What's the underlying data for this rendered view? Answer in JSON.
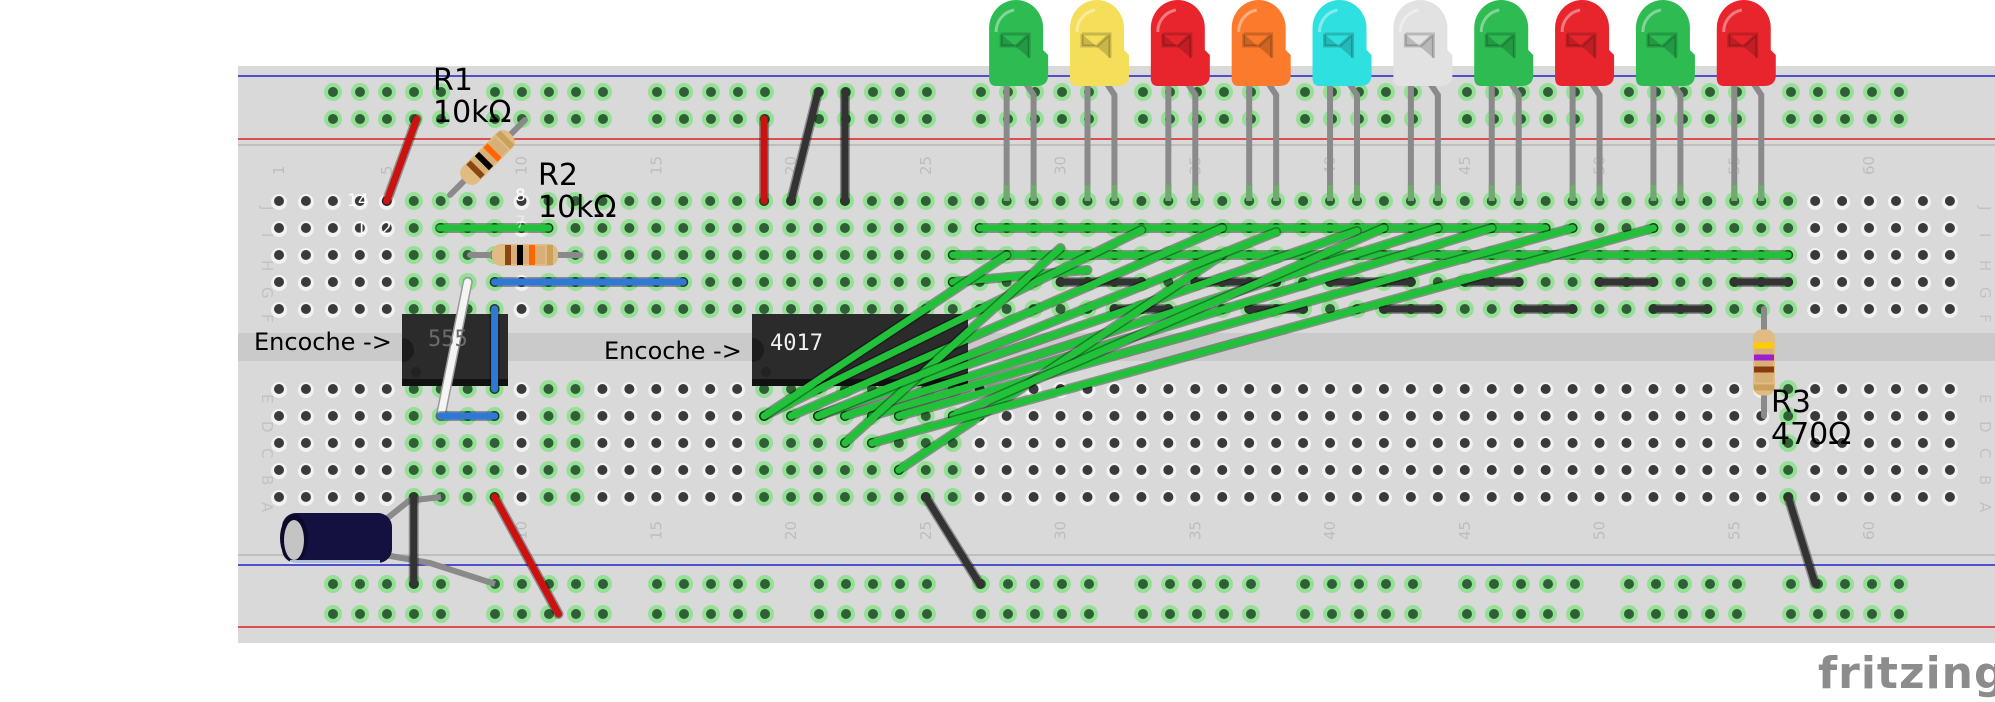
{
  "app": "fritzing",
  "breadboard": {
    "columns": 63,
    "rows_top": [
      "J",
      "I",
      "H",
      "G",
      "F"
    ],
    "rows_bottom": [
      "E",
      "D",
      "C",
      "B",
      "A"
    ],
    "column_labels": [
      "1",
      "5",
      "10",
      "15",
      "20",
      "25",
      "30",
      "35",
      "40",
      "45",
      "50",
      "55",
      "60"
    ],
    "colors": {
      "board": "#d9d9d9",
      "channel": "#cacaca",
      "hole": "#3a3a3a",
      "hole_active": "#2f5f35",
      "hole_glow": "#7fe07f",
      "rail_blue": "#2222cc",
      "rail_red": "#e02020"
    }
  },
  "labels": {
    "notch_555": "Encoche ->",
    "notch_4017": "Encoche ->",
    "r1_name": "R1",
    "r1_value": "10kΩ",
    "r2_name": "R2",
    "r2_value": "10kΩ",
    "r3_name": "R3",
    "r3_value": "470Ω",
    "pin_14": "14",
    "pin_1": "1",
    "pin_2": "2",
    "pin_8": "8",
    "pin_7": "7"
  },
  "chips": [
    {
      "id": "ic-555",
      "label": "555",
      "label_color": "#6b6b6b",
      "pins": 8
    },
    {
      "id": "ic-4017",
      "label": "4017",
      "label_color": "#f0f0f0",
      "pins": 16
    }
  ],
  "resistors": [
    {
      "id": "R1",
      "value": "10kΩ",
      "bands": [
        "#8b4513",
        "#000000",
        "#ff6600",
        "#c9a15a"
      ]
    },
    {
      "id": "R2",
      "value": "10kΩ",
      "bands": [
        "#8b4513",
        "#000000",
        "#ff6600",
        "#c9a15a"
      ]
    },
    {
      "id": "R3",
      "value": "470Ω",
      "bands": [
        "#ffcc00",
        "#9a1fd0",
        "#8b3a0e",
        "#c9a15a"
      ]
    }
  ],
  "leds": [
    {
      "color": "#2dbb52",
      "name": "green"
    },
    {
      "color": "#f5de5a",
      "name": "yellow"
    },
    {
      "color": "#e8252c",
      "name": "red"
    },
    {
      "color": "#fb7a2c",
      "name": "orange"
    },
    {
      "color": "#2fe0e0",
      "name": "cyan"
    },
    {
      "color": "#e2e2e2",
      "name": "white"
    },
    {
      "color": "#2dbb52",
      "name": "green"
    },
    {
      "color": "#e8252c",
      "name": "red"
    },
    {
      "color": "#2dbb52",
      "name": "green"
    },
    {
      "color": "#e8252c",
      "name": "red"
    }
  ],
  "capacitor": {
    "type": "electrolytic",
    "color": "#14103f"
  },
  "wire_colors": {
    "red": "#cc1111",
    "black": "#333333",
    "green": "#22c13a",
    "blue": "#2f78d6",
    "white": "#f4f4f4"
  },
  "logo": "fritzing"
}
